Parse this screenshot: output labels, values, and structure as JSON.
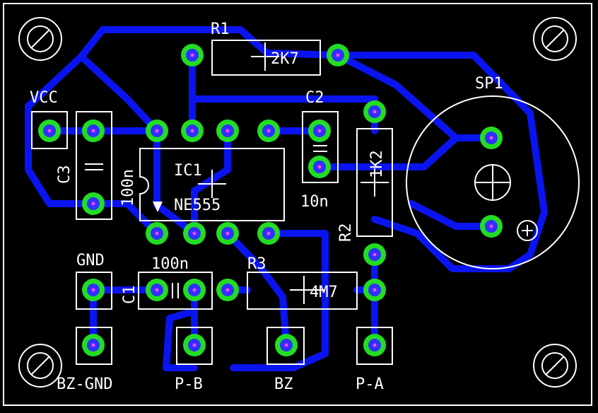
{
  "colors": {
    "background": "#000000",
    "trace": "#0a14f0",
    "silkscreen": "#ffffff",
    "pad_copper": "#22dd22",
    "drill": "#ff44ff"
  },
  "labels": {
    "r1": "R1",
    "r1_value": "2K7",
    "c2": "C2",
    "c2_value": "10n",
    "sp1": "SP1",
    "vcc": "VCC",
    "c3": "C3",
    "c3_value": "100n",
    "ic1": "IC1",
    "ic1_value": "NE555",
    "r2": "R2",
    "r2_value": "1K2",
    "gnd": "GND",
    "c1": "C1",
    "c1_value": "100n",
    "r3": "R3",
    "r3_value": "4M7",
    "bz_gnd": "BZ-GND",
    "p_b": "P-B",
    "bz": "BZ",
    "p_a": "P-A"
  },
  "icons": {
    "mounting_hole": "mounting-hole-icon",
    "polarity_plus": "plus-circle-icon",
    "pin1_marker": "triangle-marker-icon"
  }
}
